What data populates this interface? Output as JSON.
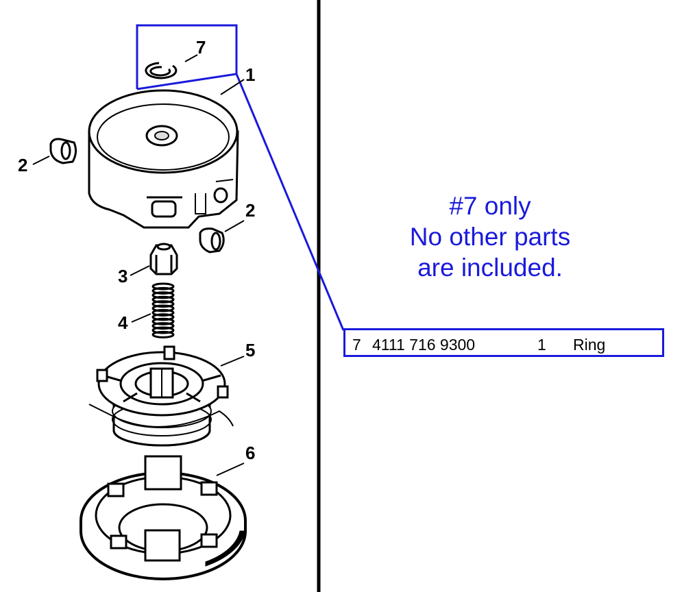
{
  "diagram": {
    "callouts": [
      "7",
      "1",
      "2",
      "2",
      "3",
      "4",
      "5",
      "6"
    ]
  },
  "note": {
    "lines": [
      "#7 only",
      "No other parts",
      "are included."
    ]
  },
  "part_row": {
    "item": "7",
    "part_number": "4111 716 9300",
    "quantity": "1",
    "description": "Ring"
  },
  "colors": {
    "accent": "#1a1adb",
    "ink": "#000000"
  }
}
